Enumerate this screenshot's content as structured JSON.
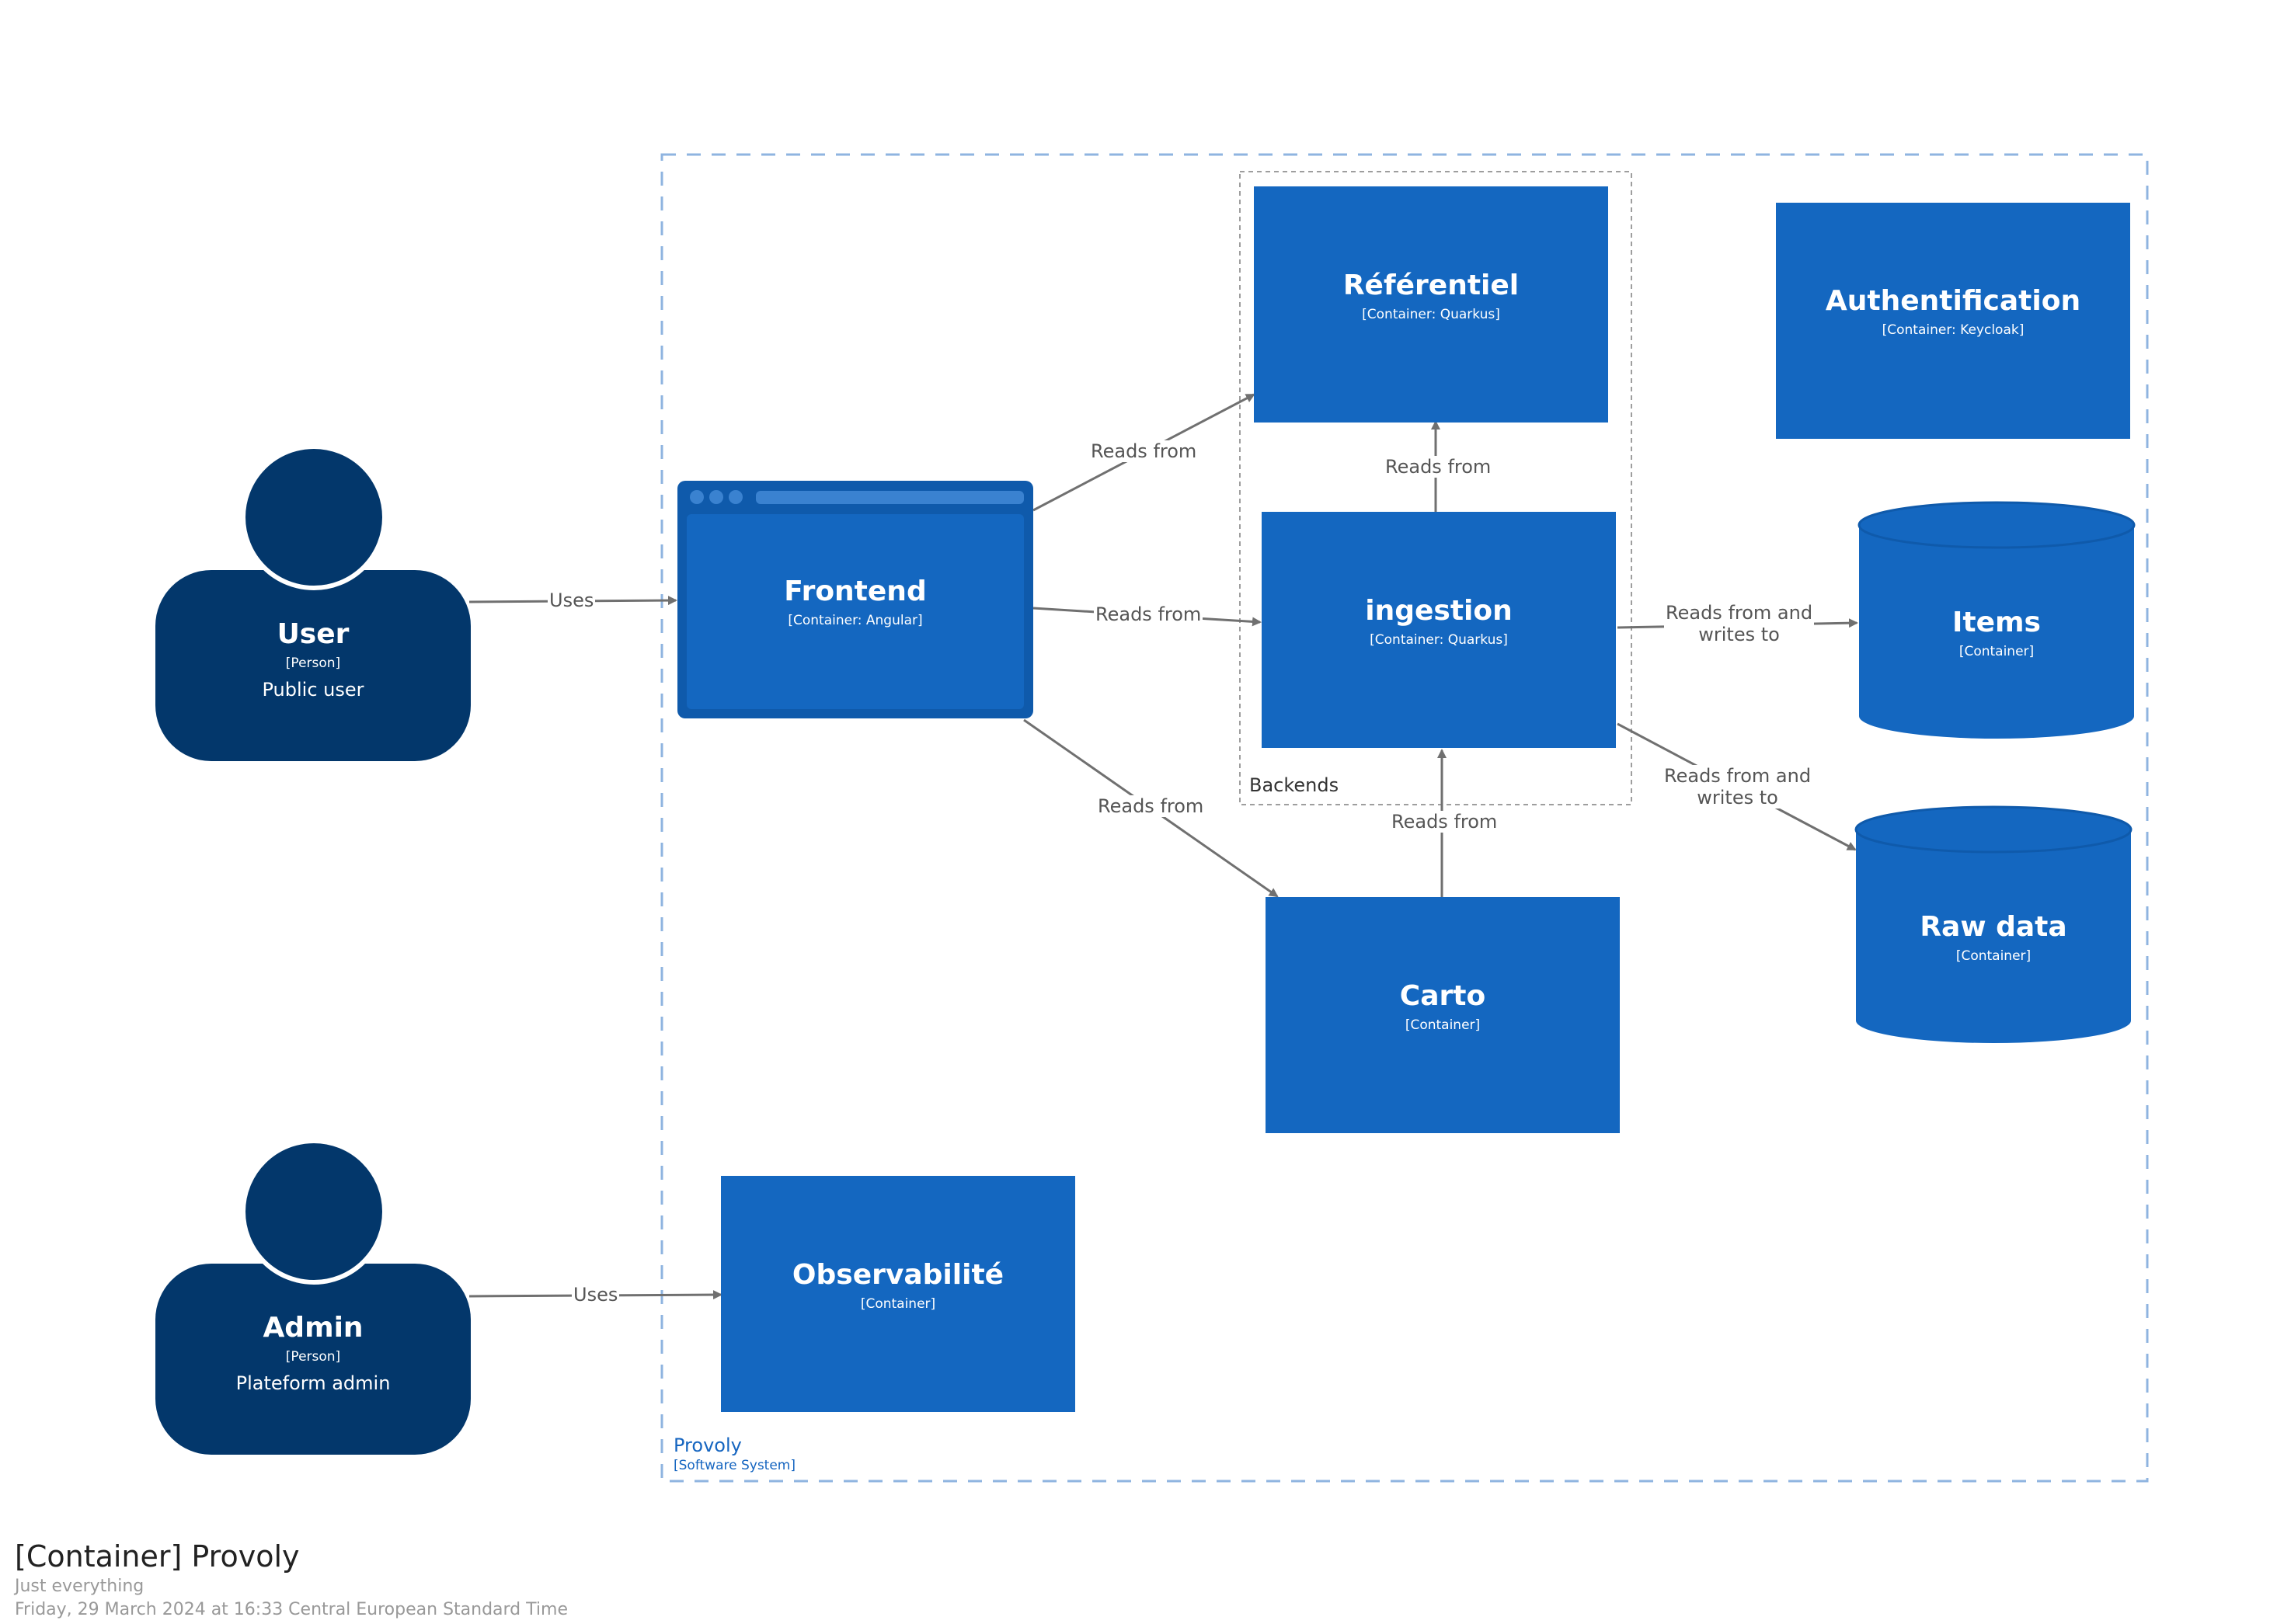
{
  "diagram": {
    "title": "[Container] Provoly",
    "description": "Just everything",
    "timestamp": "Friday, 29 March 2024 at 16:33 Central European Standard Time"
  },
  "colors": {
    "person": "#03376b",
    "container": "#1467c0",
    "container_dark": "#0f5aab",
    "boundary": "#8fb4e0",
    "group": "#9e9e9e",
    "edge": "#707070"
  },
  "boundary": {
    "name": "Provoly",
    "type": "[Software System]"
  },
  "group": {
    "name": "Backends"
  },
  "persons": {
    "user": {
      "name": "User",
      "type": "[Person]",
      "description": "Public user"
    },
    "admin": {
      "name": "Admin",
      "type": "[Person]",
      "description": "Plateform admin"
    }
  },
  "containers": {
    "frontend": {
      "name": "Frontend",
      "type": "[Container: Angular]"
    },
    "referentiel": {
      "name": "Référentiel",
      "type": "[Container: Quarkus]"
    },
    "ingestion": {
      "name": "ingestion",
      "type": "[Container: Quarkus]"
    },
    "carto": {
      "name": "Carto",
      "type": "[Container]"
    },
    "observabilite": {
      "name": "Observabilité",
      "type": "[Container]"
    },
    "authentification": {
      "name": "Authentification",
      "type": "[Container: Keycloak]"
    },
    "items": {
      "name": "Items",
      "type": "[Container]"
    },
    "rawdata": {
      "name": "Raw data",
      "type": "[Container]"
    }
  },
  "relationships": {
    "user_frontend": {
      "label": "Uses"
    },
    "admin_observabilite": {
      "label": "Uses"
    },
    "frontend_referentiel": {
      "label": "Reads from"
    },
    "frontend_ingestion": {
      "label": "Reads from"
    },
    "frontend_carto": {
      "label": "Reads from"
    },
    "ingestion_referentiel": {
      "label": "Reads from"
    },
    "carto_ingestion": {
      "label": "Reads from"
    },
    "ingestion_items": {
      "label_line1": "Reads from and",
      "label_line2": "writes to"
    },
    "ingestion_rawdata": {
      "label_line1": "Reads from and",
      "label_line2": "writes to"
    }
  }
}
